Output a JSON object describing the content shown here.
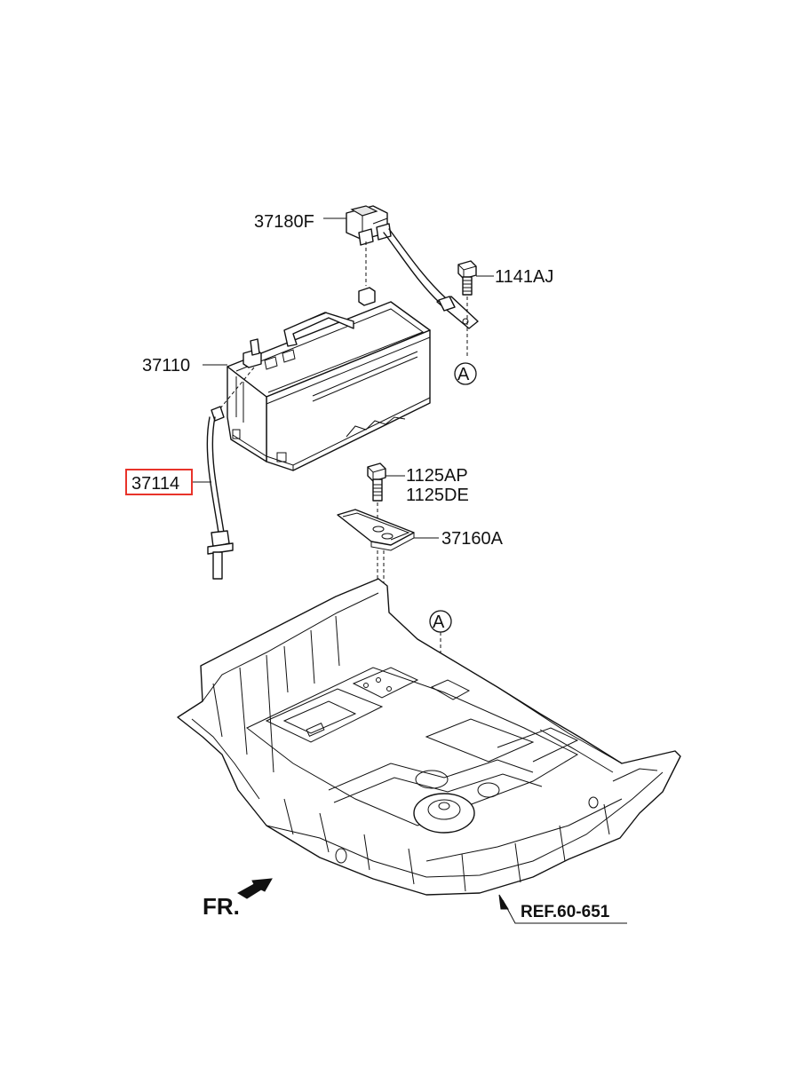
{
  "labels": {
    "relay": "37180F",
    "bolt_top": "1141AJ",
    "battery": "37110",
    "cable": "37114",
    "bolt_1": "1125AP",
    "bolt_2": "1125DE",
    "bracket": "37160A",
    "ref": "REF.60-651",
    "front": "FR.",
    "marker_a": "A"
  },
  "highlight": {
    "part": "37114",
    "color": "#e8332a"
  }
}
